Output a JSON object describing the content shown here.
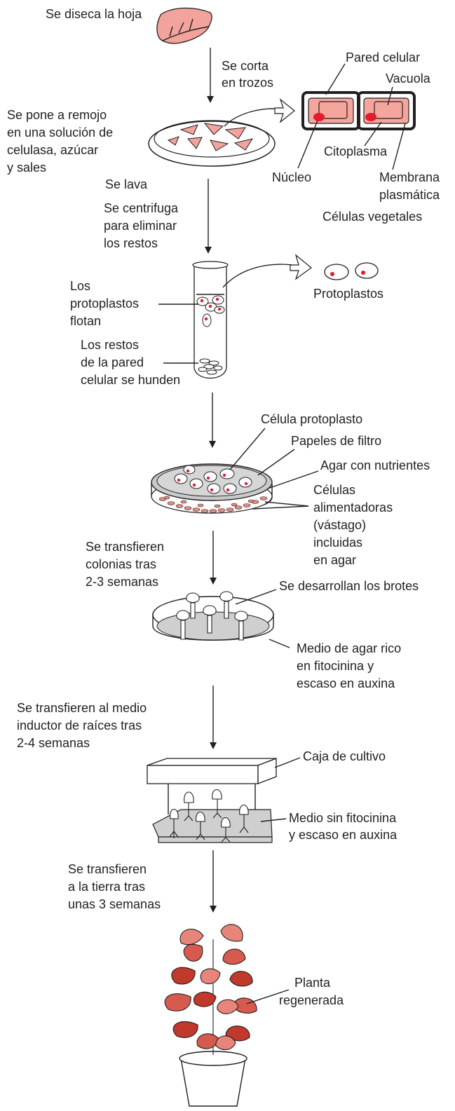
{
  "colors": {
    "ink": "#231f20",
    "leaf_pink": "#f2a39b",
    "leaf_red": "#c0392b",
    "cell_pink": "#f4a69d",
    "nucleus_red": "#e8192c",
    "agar_gray": "#c9c9c9",
    "feeder_cells": "#e38b7e"
  },
  "steps": {
    "dissect": "Se diseca la hoja",
    "cut_1": "Se corta",
    "cut_2": "en trozos",
    "soak_1": "Se pone a remojo",
    "soak_2": "en una solución de",
    "soak_3": "celulasa, azúcar",
    "soak_4": "y sales",
    "wash": "Se lava",
    "centrifuge_1": "Se centrifuga",
    "centrifuge_2": "para eliminar",
    "centrifuge_3": "los restos",
    "float_1": "Los",
    "float_2": "protoplastos",
    "float_3": "flotan",
    "sink_1": "Los restos",
    "sink_2": "de la pared",
    "sink_3": "celular se hunden",
    "colonies_1": "Se transfieren",
    "colonies_2": "colonias tras",
    "colonies_3": "2-3 semanas",
    "roots_1": "Se transfieren al medio",
    "roots_2": "inductor de raíces tras",
    "roots_3": "2-4 semanas",
    "soil_1": "Se transfieren",
    "soil_2": "a la tierra tras",
    "soil_3": "unas 3 semanas"
  },
  "cells": {
    "wall": "Pared celular",
    "vacuole": "Vacuola",
    "cytoplasm": "Citoplasma",
    "nucleus": "Núcleo",
    "membrane_1": "Membrana",
    "membrane_2": "plasmática",
    "caption": "Células vegetales"
  },
  "protoplasts": "Protoplastos",
  "plate": {
    "protoplast_cell": "Célula protoplasto",
    "filter_paper": "Papeles de filtro",
    "agar": "Agar con nutrientes",
    "feeder_1": "Células",
    "feeder_2": "alimentadoras",
    "feeder_3": "(vástago)",
    "feeder_4": "incluidas",
    "feeder_5": "en agar"
  },
  "shoots": {
    "buds": "Se desarrollan los brotes",
    "medium_1": "Medio de agar rico",
    "medium_2": "en fitocinina y",
    "medium_3": "escaso en auxina"
  },
  "box": {
    "label": "Caja de cultivo",
    "medium_1": "Medio sin fitocinina",
    "medium_2": "y escaso en auxina"
  },
  "plant": {
    "label_1": "Planta",
    "label_2": "regenerada"
  }
}
